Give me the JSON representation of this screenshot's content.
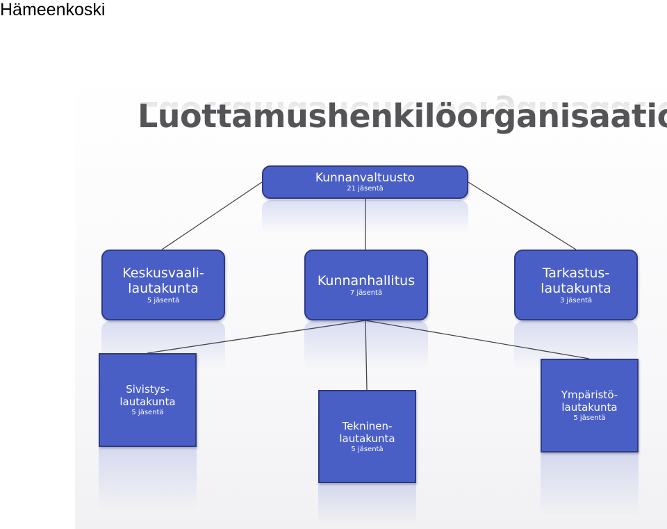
{
  "page": {
    "title": "Hämeenkoski"
  },
  "diagram": {
    "title": "Luottamushenkilöorganisaatio",
    "colors": {
      "box_fill": "#4a5fc6",
      "box_border": "#2d3a86",
      "text": "#ffffff",
      "connector": "#444444"
    },
    "nodes": {
      "council": {
        "lines": [
          "Kunnanvaltuusto"
        ],
        "members": "21 jäsentä"
      },
      "election": {
        "lines": [
          "Keskusvaali-",
          "lautakunta"
        ],
        "members": "5 jäsentä"
      },
      "board": {
        "lines": [
          "Kunnanhallitus"
        ],
        "members": "7 jäsentä"
      },
      "audit": {
        "lines": [
          "Tarkastus-",
          "lautakunta"
        ],
        "members": "3 jäsentä"
      },
      "education": {
        "lines": [
          "Sivistys-",
          "lautakunta"
        ],
        "members": "5 jäsentä"
      },
      "technical": {
        "lines": [
          "Tekninen-",
          "lautakunta"
        ],
        "members": "5 jäsentä"
      },
      "environment": {
        "lines": [
          "Ympäristö-",
          "lautakunta"
        ],
        "members": "5 jäsentä"
      }
    }
  }
}
